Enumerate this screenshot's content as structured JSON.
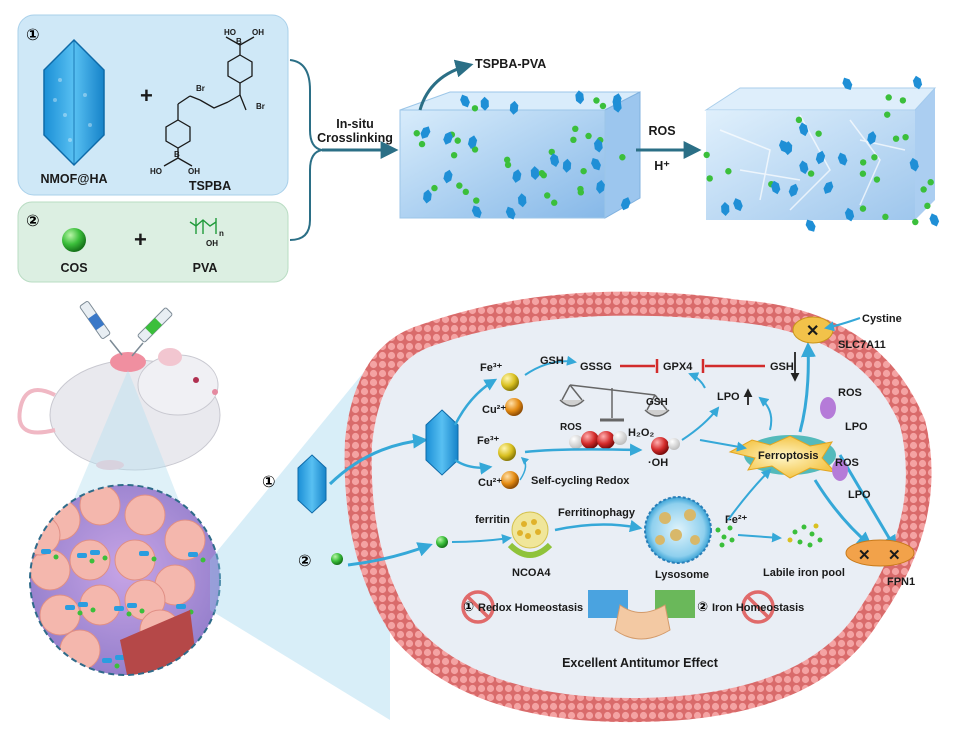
{
  "top_panel": {
    "group1_number": "①",
    "group1_items": {
      "left": "NMOF@HA",
      "right": "TSPBA"
    },
    "group2_number": "②",
    "group2_items": {
      "left": "COS",
      "right": "PVA"
    },
    "plus": "+",
    "tspba_atoms": {
      "boron_top": "B",
      "oh_top_left": "HO",
      "oh_top_right": "OH",
      "br1": "Br",
      "br2": "Br",
      "boron_bottom": "B",
      "oh_bottom_left": "HO",
      "oh_bottom_right": "OH",
      "pva_oh": "OH",
      "pva_n": "n"
    },
    "crosslink_label_line1": "In-situ",
    "crosslink_label_line2": "Crosslinking",
    "hydrogel_label": "TSPBA-PVA",
    "trigger_label_ros": "ROS",
    "trigger_label_h": "H⁺"
  },
  "cell_panel": {
    "entry1_number": "①",
    "entry2_number": "②",
    "fe3_1": "Fe³⁺",
    "cu2_1": "Cu²⁺",
    "gsh_1": "GSH",
    "gssg": "GSSG",
    "gpx4": "GPX4",
    "gsh_2": "GSH",
    "scale_left": "ROS",
    "scale_right": "GSH",
    "lpo_center": "LPO",
    "fe3_2": "Fe³⁺",
    "h2o2": "H₂O₂",
    "oh_radical": "·OH",
    "cu2_2": "Cu²⁺",
    "self_cycling": "Self-cycling Redox",
    "ferroptosis": "Ferroptosis",
    "cystine": "Cystine",
    "slc7a11": "SLC7A11",
    "ros_1": "ROS",
    "lpo_1": "LPO",
    "ros_2": "ROS",
    "lpo_2": "LPO",
    "ferritin": "ferritin",
    "ferritinophagy": "Ferritinophagy",
    "ncoa4": "NCOA4",
    "lysosome": "Lysosome",
    "fe2": "Fe²⁺",
    "labile_iron": "Labile iron pool",
    "fpn1": "FPN1",
    "homeostasis_1_num": "①",
    "homeostasis_1": "Redox Homeostasis",
    "homeostasis_2_num": "②",
    "homeostasis_2": "Iron Homeostasis",
    "effect": "Excellent Antitumor Effect"
  },
  "colors": {
    "panel1_bg": "#cfe8f7",
    "panel2_bg": "#dcefe2",
    "nmof_blue": "#2a9de0",
    "cos_green": "#3bbf3b",
    "arrow_teal": "#2b6f86",
    "membrane": "#e98a8a",
    "cell_inside": "#e9eef5",
    "inhibit_red": "#d22b2b"
  }
}
